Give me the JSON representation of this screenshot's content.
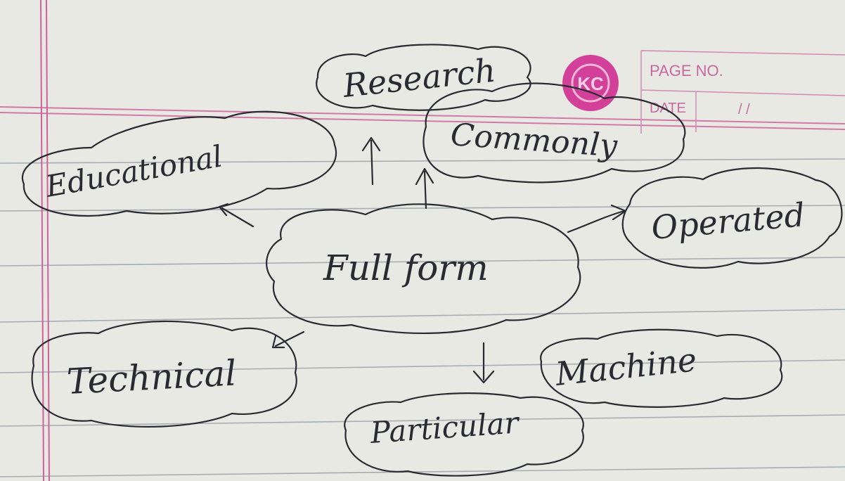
{
  "header": {
    "page_no_label": "PAGE NO.",
    "date_label": "DATE",
    "date_separator": "/     /"
  },
  "logo": {
    "text": "KC",
    "color": "#d2409a"
  },
  "mind_map": {
    "center": "Full form",
    "nodes": {
      "research": "Research",
      "commonly": "Commonly",
      "educational": "Educational",
      "operated": "Operated",
      "technical": "Technical",
      "machine": "Machine",
      "particular": "Particular"
    }
  },
  "colors": {
    "paper": "#e9e9e4",
    "rule_line": "#9aa3a8",
    "margin_line": "#d0609a",
    "ink": "#2a2a33"
  }
}
